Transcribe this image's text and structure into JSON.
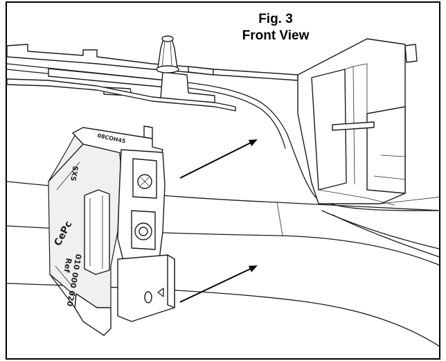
{
  "figure": {
    "label": "Fig. 3",
    "view": "Front View"
  },
  "colors": {
    "line": "#1a1a1a",
    "background": "#ffffff",
    "shade": "#f0f0f0"
  },
  "part_markings": {
    "brand": "CePc",
    "code_line1": "010 000 020",
    "code_line2": "Ref",
    "side_text": "SXS",
    "top_text": "08COH45"
  },
  "arrows": [
    {
      "name": "upper-arrow",
      "points_to": "upper surface"
    },
    {
      "name": "lower-arrow",
      "points_to": "lower surface"
    }
  ]
}
